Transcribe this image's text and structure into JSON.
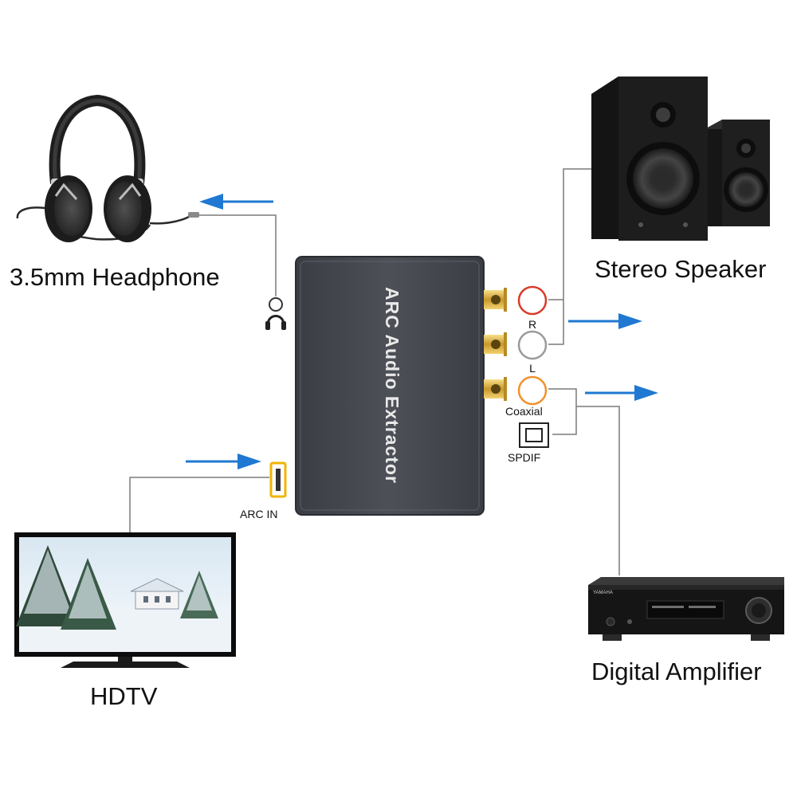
{
  "devices": {
    "headphone": "3.5mm Headphone",
    "speaker": "Stereo Speaker",
    "tv": "HDTV",
    "amplifier": "Digital Amplifier"
  },
  "extractor": {
    "title": "ARC Audio Extractor"
  },
  "ports": {
    "right": "R",
    "left": "L",
    "coaxial": "Coaxial",
    "spdif": "SPDIF",
    "arc_in": "ARC IN"
  },
  "colors": {
    "arrow": "#1f78d1",
    "wire": "#7a7a7a",
    "device_body": "#43464c",
    "rca_right": "#d83a2a",
    "rca_left": "#9a9a9a",
    "rca_coaxial": "#f2902b",
    "hdmi_port": "#f0b400"
  },
  "icons": [
    "headphone-icon",
    "speaker-icon",
    "tv-icon",
    "amplifier-icon",
    "rca-jack-icon",
    "optical-port-icon",
    "hdmi-port-icon",
    "arrow-icon"
  ]
}
